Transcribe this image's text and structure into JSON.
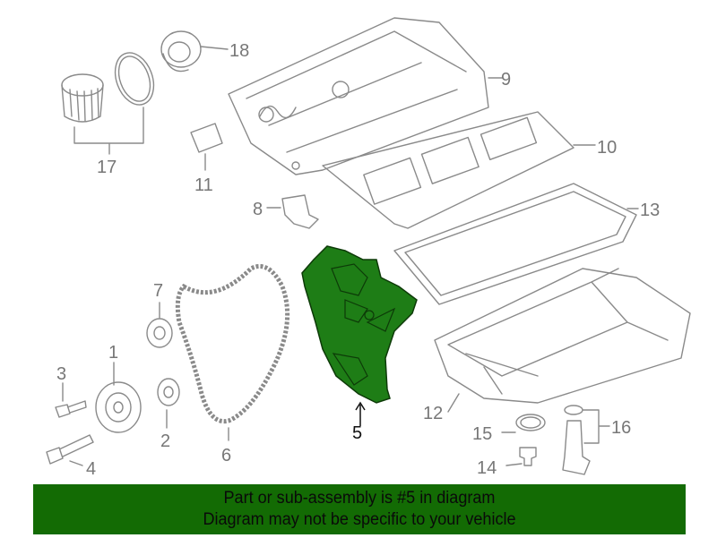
{
  "diagram": {
    "highlighted_part": "5",
    "highlight_color": "#1e7d16",
    "callouts": [
      "1",
      "2",
      "3",
      "4",
      "5",
      "6",
      "7",
      "8",
      "9",
      "10",
      "11",
      "12",
      "13",
      "14",
      "15",
      "16",
      "17",
      "18"
    ]
  },
  "banner": {
    "line1": "Part or sub-assembly is #5 in diagram",
    "line2": "Diagram may not be specific to your vehicle",
    "background": "#136b04"
  }
}
